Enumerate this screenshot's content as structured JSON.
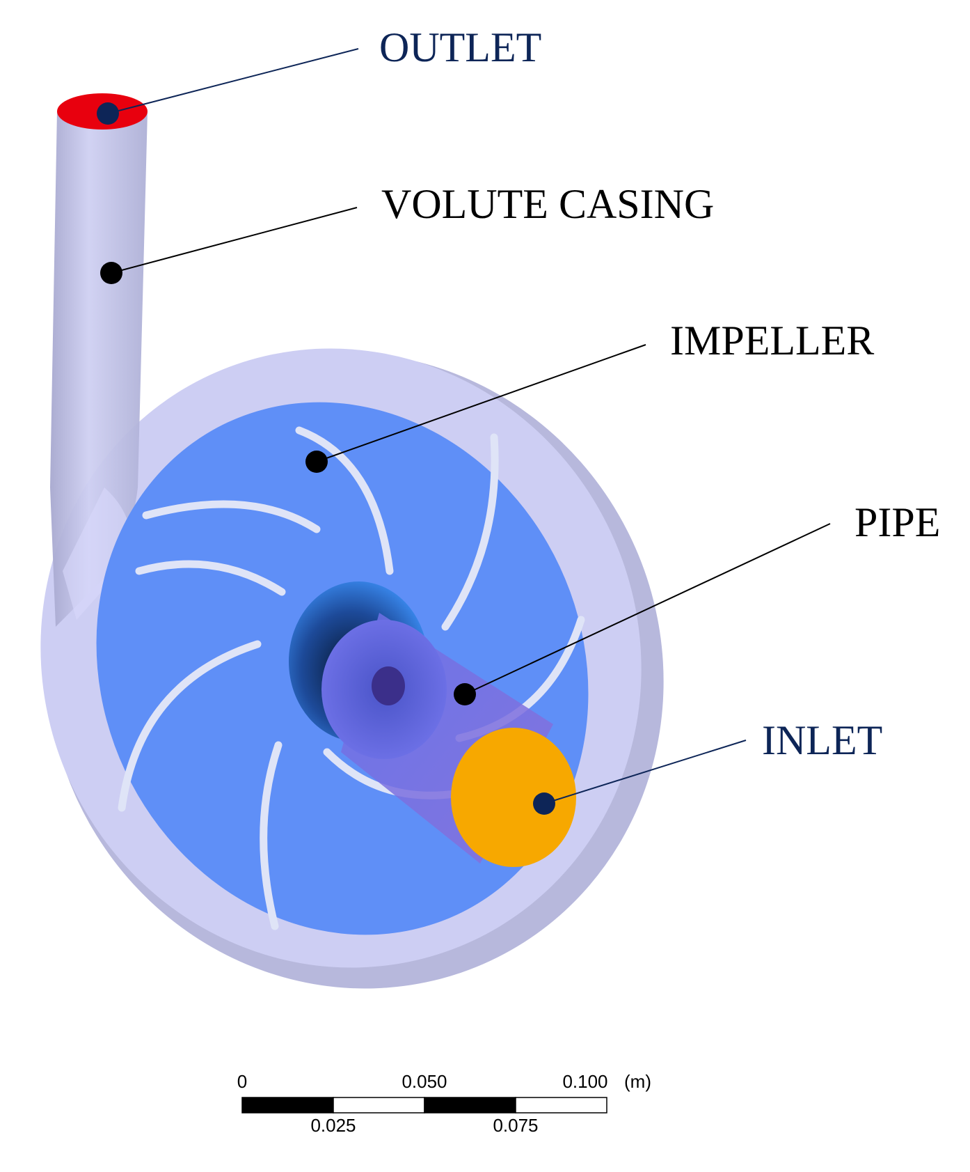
{
  "labels": {
    "outlet": "OUTLET",
    "volute_casing": "VOLUTE CASING",
    "impeller": "IMPELLER",
    "pipe": "PIPE",
    "inlet": "INLET"
  },
  "scale_bar": {
    "top_ticks": [
      "0",
      "0.050",
      "0.100"
    ],
    "bottom_ticks": [
      "0.025",
      "0.075"
    ],
    "unit": "(m)"
  },
  "colors": {
    "outlet_face": "#e8000e",
    "inlet_face": "#f7a800",
    "impeller": "#5f8ff7",
    "casing": "#c9caf2",
    "pipe": "#7c6fe8",
    "dark_label": "#0d2557",
    "black_label": "#000000"
  }
}
